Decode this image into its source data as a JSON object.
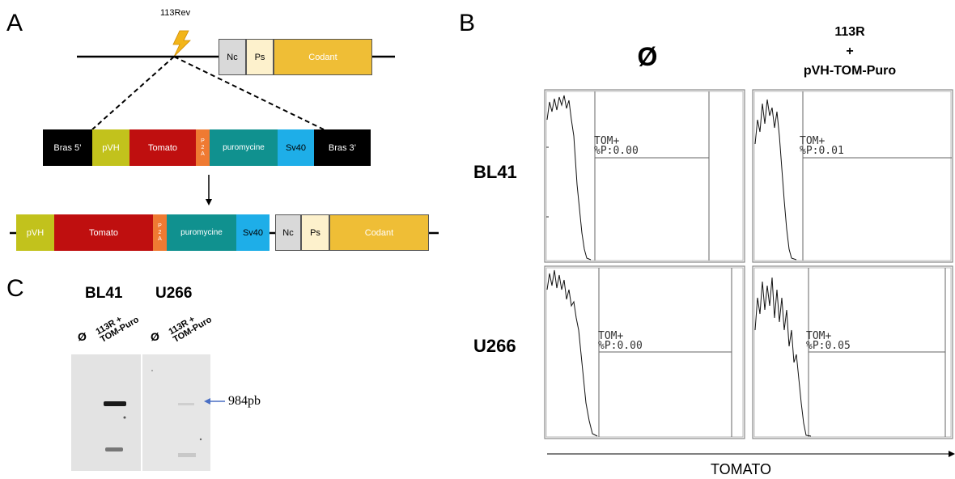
{
  "panelA": {
    "letter": "A",
    "site_label": "113Rev",
    "top_construct": [
      {
        "label": "Nc",
        "color": "#d9d9d9",
        "text_color": "#000000"
      },
      {
        "label": "Ps",
        "color": "#fdf1cc",
        "text_color": "#000000"
      },
      {
        "label": "Codant",
        "color": "#efbe36",
        "text_color": "#ffffff"
      }
    ],
    "donor_construct": [
      {
        "label": "Bras 5’",
        "color": "#000000",
        "text_color": "#ffffff"
      },
      {
        "label": "pVH",
        "color": "#c2c21c",
        "text_color": "#ffffff"
      },
      {
        "label": "Tomato",
        "color": "#bf0f0f",
        "text_color": "#ffffff"
      },
      {
        "label": "P 2 A",
        "color": "#ef7a32",
        "text_color": "#ffffff"
      },
      {
        "label": "puromycine",
        "color": "#10918f",
        "text_color": "#ffffff"
      },
      {
        "label": "Sv40",
        "color": "#1eaee8",
        "text_color": "#000000"
      },
      {
        "label": "Bras 3’",
        "color": "#000000",
        "text_color": "#ffffff"
      }
    ],
    "result_construct": [
      {
        "label": "pVH",
        "color": "#c2c21c",
        "text_color": "#ffffff"
      },
      {
        "label": "Tomato",
        "color": "#bf0f0f",
        "text_color": "#ffffff"
      },
      {
        "label": "P 2 A",
        "color": "#ef7a32",
        "text_color": "#ffffff"
      },
      {
        "label": "puromycine",
        "color": "#10918f",
        "text_color": "#ffffff"
      },
      {
        "label": "Sv40",
        "color": "#1eaee8",
        "text_color": "#000000"
      },
      {
        "label": "Nc",
        "color": "#d9d9d9",
        "text_color": "#000000"
      },
      {
        "label": "Ps",
        "color": "#fdf1cc",
        "text_color": "#000000"
      },
      {
        "label": "Codant",
        "color": "#efbe36",
        "text_color": "#ffffff"
      }
    ]
  },
  "panelB": {
    "letter": "B",
    "columns": [
      "Ø",
      "113R\n+\npVH-TOM-Puro"
    ],
    "rows": [
      "BL41",
      "U266"
    ],
    "gate_label": "TOM+",
    "percents": [
      [
        "%P:0.00",
        "%P:0.01"
      ],
      [
        "%P:0.00",
        "%P:0.05"
      ]
    ],
    "x_axis_label": "TOMATO"
  },
  "panelC": {
    "letter": "C",
    "cell_lines": [
      "BL41",
      "U266"
    ],
    "lanes": [
      "Ø",
      "113R +\nTOM-Puro",
      "Ø",
      "113R +\nTOM-Puro"
    ],
    "band_label": "984pb",
    "arrow_color": "#4a6fc4"
  }
}
